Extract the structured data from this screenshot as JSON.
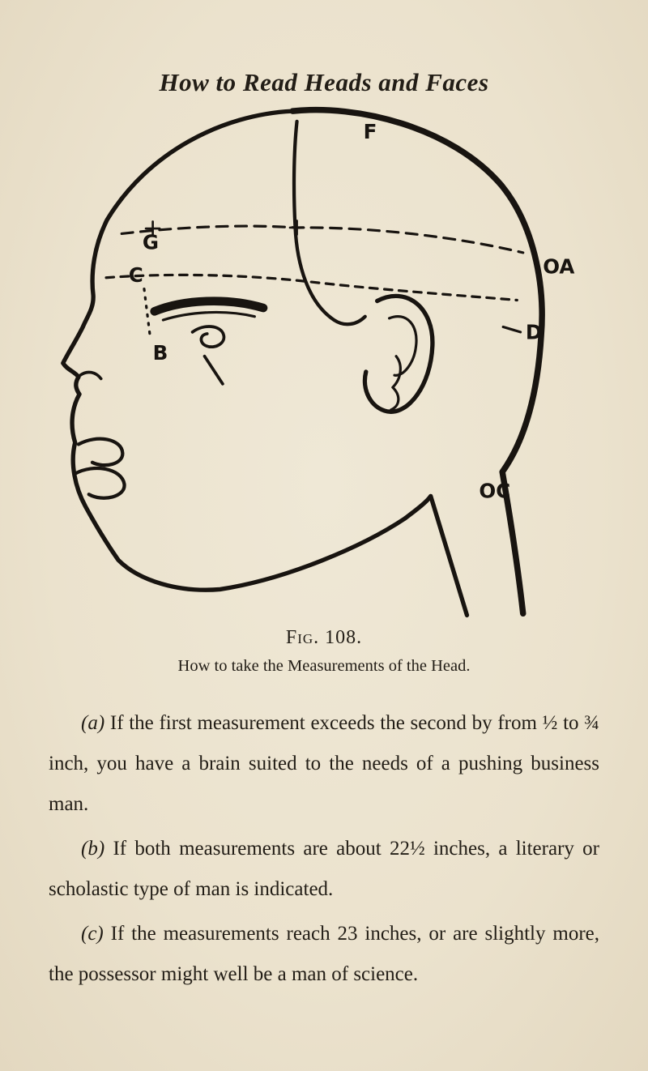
{
  "page": {
    "title": "How to Read Heads and Faces",
    "figure": {
      "caption": "Fig. 108.",
      "subcaption": "How to take the Measurements of the Head.",
      "labels": {
        "f": "F",
        "g": "G",
        "c": "C",
        "b": "B",
        "oa": "OA",
        "d": "D",
        "oc": "OC"
      }
    },
    "paragraphs": [
      {
        "marker": "(a)",
        "text": "If the first measurement exceeds the second by from ½ to ¾ inch, you have a brain suited to the needs of a pushing business man."
      },
      {
        "marker": "(b)",
        "text": "If both measurements are about 22½ inches, a literary or scholastic type of man is indicated."
      },
      {
        "marker": "(c)",
        "text": "If the measurements reach 23 inches, or are slightly more, the possessor might well be a man of science."
      }
    ]
  }
}
